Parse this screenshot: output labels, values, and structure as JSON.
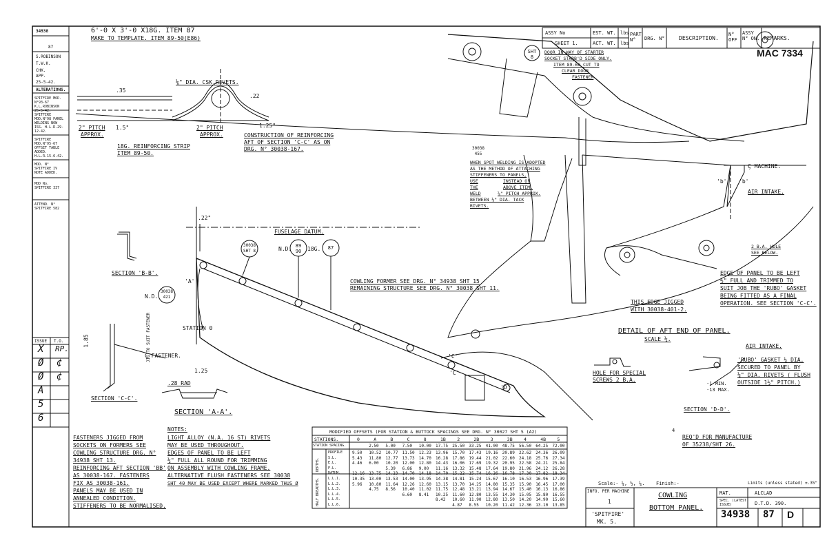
{
  "sheet": {
    "drawing_no": "34938",
    "sheet_no": "87",
    "issue_letter": "D",
    "mac_no": "MAC 7334"
  },
  "left_column": {
    "header": [
      "34938",
      "87"
    ],
    "names": [
      "S.ROBINSON",
      "T.W.K.",
      "CHK.",
      "APP.",
      "25-5-42."
    ],
    "alterations_title": "ALTERATIONS.",
    "alterations": [
      "SPITFIRE MOD. N°93-67 K.L.ROBINSON 25-5-42.",
      "SPITFIRE MOD.N°98 PANEL WELDING NOW ISS. H.L.R.29-12-42.",
      "SPITFIRE MOD.N°95-67 OFFSET TABLE ADDED. H.L.R.15.6.42.",
      "MOD. N° SPITFIRE IV NOTE ADDED.",
      "MOD No. SPITFIRE 337",
      "ATTEND. N° SPITFIRE 582"
    ],
    "issue_hdr": [
      "ISSUE",
      "T.O."
    ],
    "issues": [
      {
        "n": "X",
        "to": "RP."
      },
      {
        "n": "Ø",
        "to": "¢"
      },
      {
        "n": "Ø",
        "to": "¢"
      },
      {
        "n": "A",
        "to": ""
      },
      {
        "n": "5",
        "to": ""
      },
      {
        "n": "6",
        "to": ""
      }
    ]
  },
  "top_notes": {
    "line1": "6'-0 X 3'-0 X18G. ITEM 87",
    "line2": "MAKE TO TEMPLATE. ITEM 89-50(E86)"
  },
  "reinforcing_strip": {
    "rivets": "⅛\" DIA. CSK.RIVETS.",
    "dim_35": ".35",
    "pitch1": "2\" PITCH",
    "approx1": "APPROX.",
    "dim_15": "1.5\"",
    "pitch2": "2\" PITCH",
    "approx2": "APPROX.",
    "dim_125": "1.25\"",
    "dim_22": ".22",
    "title": "18G. REINFORCING STRIP",
    "item": "ITEM 89-50.",
    "construction": "CONSTRUCTION OF REINFORCING",
    "construction2": "AFT OF SECTION 'C-C' AS ON",
    "construction3": "DRG. N° 30038-167."
  },
  "title_block_top": {
    "assy_no": "ASSY No",
    "sheet1": "SHEET 1.",
    "est_wt": "EST. WT.",
    "act_wt": "ACT. WT.",
    "lbs1": "lbs",
    "lbs2": "lbs",
    "part_no": "PART N°",
    "drg_no": "DRG. N°",
    "description": "DESCRIPTION.",
    "no_off": "N° OFF",
    "assy_on": "ASSY N° ON.",
    "remarks": "REMARKS."
  },
  "aft_notes": {
    "sht": "SHT 8",
    "door1": "DOOR IN WAY OF STARTER",
    "door2": "SOCKET STARB'D SIDE ONLY.",
    "door3": "ITEM 89-60 CUT TO",
    "door4": "CLEAR DOOR",
    "door5": "FASTENER",
    "weld_circle": "30038 455",
    "weld1": "WHEN SPOT WELDING IS ADOPTED",
    "weld2": "AS THE METHOD OF ATTACHING",
    "weld3": "STIFFENERS TO PANELS,",
    "weld4": "USE",
    "weld5": "INSTEAD OF",
    "weld6": "THE",
    "weld7": "ABOVE ITEM.",
    "weld8": "WELD",
    "weld9": "⅝\" PITCH APPROX.",
    "weld10": "BETWEEN ⅛\" DIA. TACK",
    "weld11": "RIVETS.",
    "machine": "Ç MACHINE.",
    "b1": "'b'",
    "b2": "'b'",
    "air_intake": "AIR INTAKE.",
    "hole": "2 B.A. HOLE",
    "see_below": "SEE BELOW.",
    "edge1": "EDGE OF PANEL TO BE LEFT",
    "edge2": "½\" FULL AND TRIMMED TO",
    "edge3": "SUIT JOB THE 'RUBO' GASKET",
    "edge4": "BEING FITTED AS A FINAL",
    "edge5": "OPERATION. SEE SECTION 'C-C'.",
    "jigged1": "THIS EDGE JIGGED",
    "jigged2": "WITH 30038-401-2.",
    "detail": "DETAIL OF AFT END OF PANEL.",
    "scale": "SCALE ½."
  },
  "main_view": {
    "dim_22": ".22\"",
    "fuselage_datum": "FUSELAGE DATUM.",
    "circ1": "30038 SHT 8",
    "nd": "N.D.",
    "circ2": "89 90",
    "g18": "18G.",
    "circ3": "87",
    "a_mark": "'A'",
    "nd2": "N.D.",
    "circ4": "30038 421",
    "station0": "STATION 0",
    "former1": "COWLING FORMER SEE DRG. N° 34938 SHT 15",
    "former2": "REMAINING STRUCTURE SEE DRG. N° 30038 SHT 11.",
    "c1": "'C'",
    "c2": "'C'",
    "d_mark": "'D'"
  },
  "sections": {
    "bb": "SECTION 'B-B'.",
    "cc": "SECTION 'C-C'.",
    "aa": "SECTION 'A-A'.",
    "dd": "SECTION 'D-D'.",
    "dim_125": "1.25",
    "dim_28": ".28 RAD",
    "dim_185": "1.85",
    "jig": "JIG TO SUIT FASTENER",
    "fastener": "Ç FASTENER.",
    "hole_special1": "HOLE FOR SPECIAL",
    "hole_special2": "SCREWS 2 B.A.",
    "air_intake2": "AIR INTAKE.",
    "rubo1": "'RUBO' GASKET ¼ DIA.",
    "rubo2": "SECURED TO PANEL BY",
    "rubo3": "⅛\" DIA. RIVETS ( FLUSH",
    "rubo4": "OUTSIDE 1½\" PITCH.)",
    "min": "·1 MIN.",
    "max": "·13 MAX."
  },
  "fastener_notes": [
    "FASTENERS JIGGED FROM",
    "SOCKETS ON FORMERS SEE",
    "COWLING STRUCTURE DRG. N°",
    "34938 SHT 13.",
    "REINFORCING AFT SECTION 'BB'",
    "AS 30038-167. FASTENERS",
    "FIX AS 30038-161.",
    "PANELS MAY BE USED IN",
    "ANNEALED CONDITION.",
    "STIFFENERS TO BE NORMALISED."
  ],
  "notes": {
    "title": "NOTES:",
    "lines": [
      "LIGHT ALLOY (N.A. 16 ST) RIVETS",
      "MAY BE USED THROUGHOUT.",
      "EDGES OF PANEL TO BE LEFT",
      "½\" FULL ALL ROUND FOR TRIMMING",
      "ON ASSEMBLY WITH COWLING FRAME.",
      "ALTERNATIVE FLUSH FASTENERS SEE 30038",
      "SHT 40 MAY BE USED EXCEPT WHERE MARKED THUS Ø"
    ]
  },
  "offsets_table": {
    "title": "MODIFIED OFFSETS   (FOR STATION & BUTTOCK SPACINGS SEE DRG. N° 30027 SHT 5 (A2)",
    "stations_label": "STATIONS.",
    "columns": [
      "0",
      "A",
      "B",
      "C",
      "8",
      "1B",
      "2",
      "2B",
      "3",
      "3B",
      "4",
      "4B",
      "5"
    ],
    "spacing_label": "STATION SPACING.",
    "spacing": [
      "",
      "2.50",
      "5.00",
      "7.50",
      "10.00",
      "17.75",
      "25.50",
      "33.25",
      "41.00",
      "48.75",
      "56.50",
      "64.25",
      "72.00"
    ],
    "depth_label": "DEPTHS.",
    "half_label": "HALF BREADTHS.",
    "rows": [
      {
        "name": "PROFILE",
        "v": [
          "9.50",
          "10.52",
          "10.77",
          "11.50",
          "12.23",
          "13.96",
          "15.70",
          "17.43",
          "19.16",
          "20.89",
          "22.62",
          "24.36",
          "26.09"
        ]
      },
      {
        "name": "S.L.",
        "v": [
          "5.43",
          "11.80",
          "12.77",
          "13.73",
          "14.70",
          "16.28",
          "17.86",
          "19.44",
          "21.02",
          "22.60",
          "24.18",
          "25.76",
          "27.34"
        ]
      },
      {
        "name": "E.L.",
        "v": [
          "4.46",
          "6.00",
          "10.20",
          "12.00",
          "12.80",
          "14.43",
          "16.06",
          "17.69",
          "19.32",
          "20.95",
          "22.58",
          "24.21",
          "25.84"
        ]
      },
      {
        "name": "F.L.",
        "v": [
          "",
          "",
          "5.39",
          "6.86",
          "9.00",
          "11.16",
          "13.32",
          "15.48",
          "17.64",
          "19.80",
          "21.96",
          "24.12",
          "26.28"
        ]
      },
      {
        "name": "DATUM.",
        "v": [
          "12.16",
          "13.75",
          "14.23",
          "14.70",
          "14.18",
          "14.70",
          "15.22",
          "15.74",
          "16.26",
          "16.78",
          "17.30",
          "17.82",
          "18.34"
        ]
      },
      {
        "name": "L.L.1.",
        "v": [
          "10.35",
          "13.00",
          "13.53",
          "14.00",
          "13.95",
          "14.38",
          "14.81",
          "15.24",
          "15.67",
          "16.10",
          "16.53",
          "16.96",
          "17.39"
        ]
      },
      {
        "name": "L.L.2.",
        "v": [
          "5.96",
          "10.80",
          "11.64",
          "12.26",
          "12.60",
          "13.15",
          "13.70",
          "14.25",
          "14.80",
          "15.35",
          "15.90",
          "16.45",
          "17.00"
        ]
      },
      {
        "name": "L.L.3.",
        "v": [
          "",
          "4.75",
          "8.56",
          "10.40",
          "11.02",
          "11.75",
          "12.48",
          "13.21",
          "13.94",
          "14.67",
          "15.40",
          "16.13",
          "16.86"
        ]
      },
      {
        "name": "L.L.4.",
        "v": [
          "",
          "",
          "",
          "6.60",
          "8.41",
          "10.25",
          "11.60",
          "12.80",
          "13.55",
          "14.30",
          "15.05",
          "15.80",
          "16.55"
        ]
      },
      {
        "name": "L.L.5.",
        "v": [
          "",
          "",
          "",
          "",
          "",
          "8.42",
          "10.60",
          "11.90",
          "12.80",
          "13.50",
          "14.20",
          "14.90",
          "15.60"
        ]
      },
      {
        "name": "L.L.6.",
        "v": [
          "",
          "",
          "",
          "",
          "",
          "",
          "4.87",
          "8.55",
          "10.20",
          "11.42",
          "12.36",
          "13.10",
          "13.85"
        ]
      }
    ]
  },
  "req_note": {
    "mark": "4",
    "line1": "REQ'D FOR MANUFACTURE",
    "line2": "OF 35238/SHT 26."
  },
  "title_block_bottom": {
    "scale": "Scale:- ¼, ½, ¼.",
    "finish": "Finish:-",
    "limits": "Limits (unless stated) ±.35\"",
    "per_machine": "INFO. PER MACHINE",
    "per_machine_val": "1",
    "type": "'SPITFIRE'",
    "mark": "MK. 5.",
    "title1": "COWLING",
    "title2": "BOTTOM PANEL.",
    "mat": "MAT.",
    "mat_val": "ALCLAD",
    "spec": "SPEC. (LATEST ISSUE)",
    "spec_val": "D.T.D. 390.",
    "dwg": "34938",
    "sheet": "87",
    "issue": "D"
  }
}
